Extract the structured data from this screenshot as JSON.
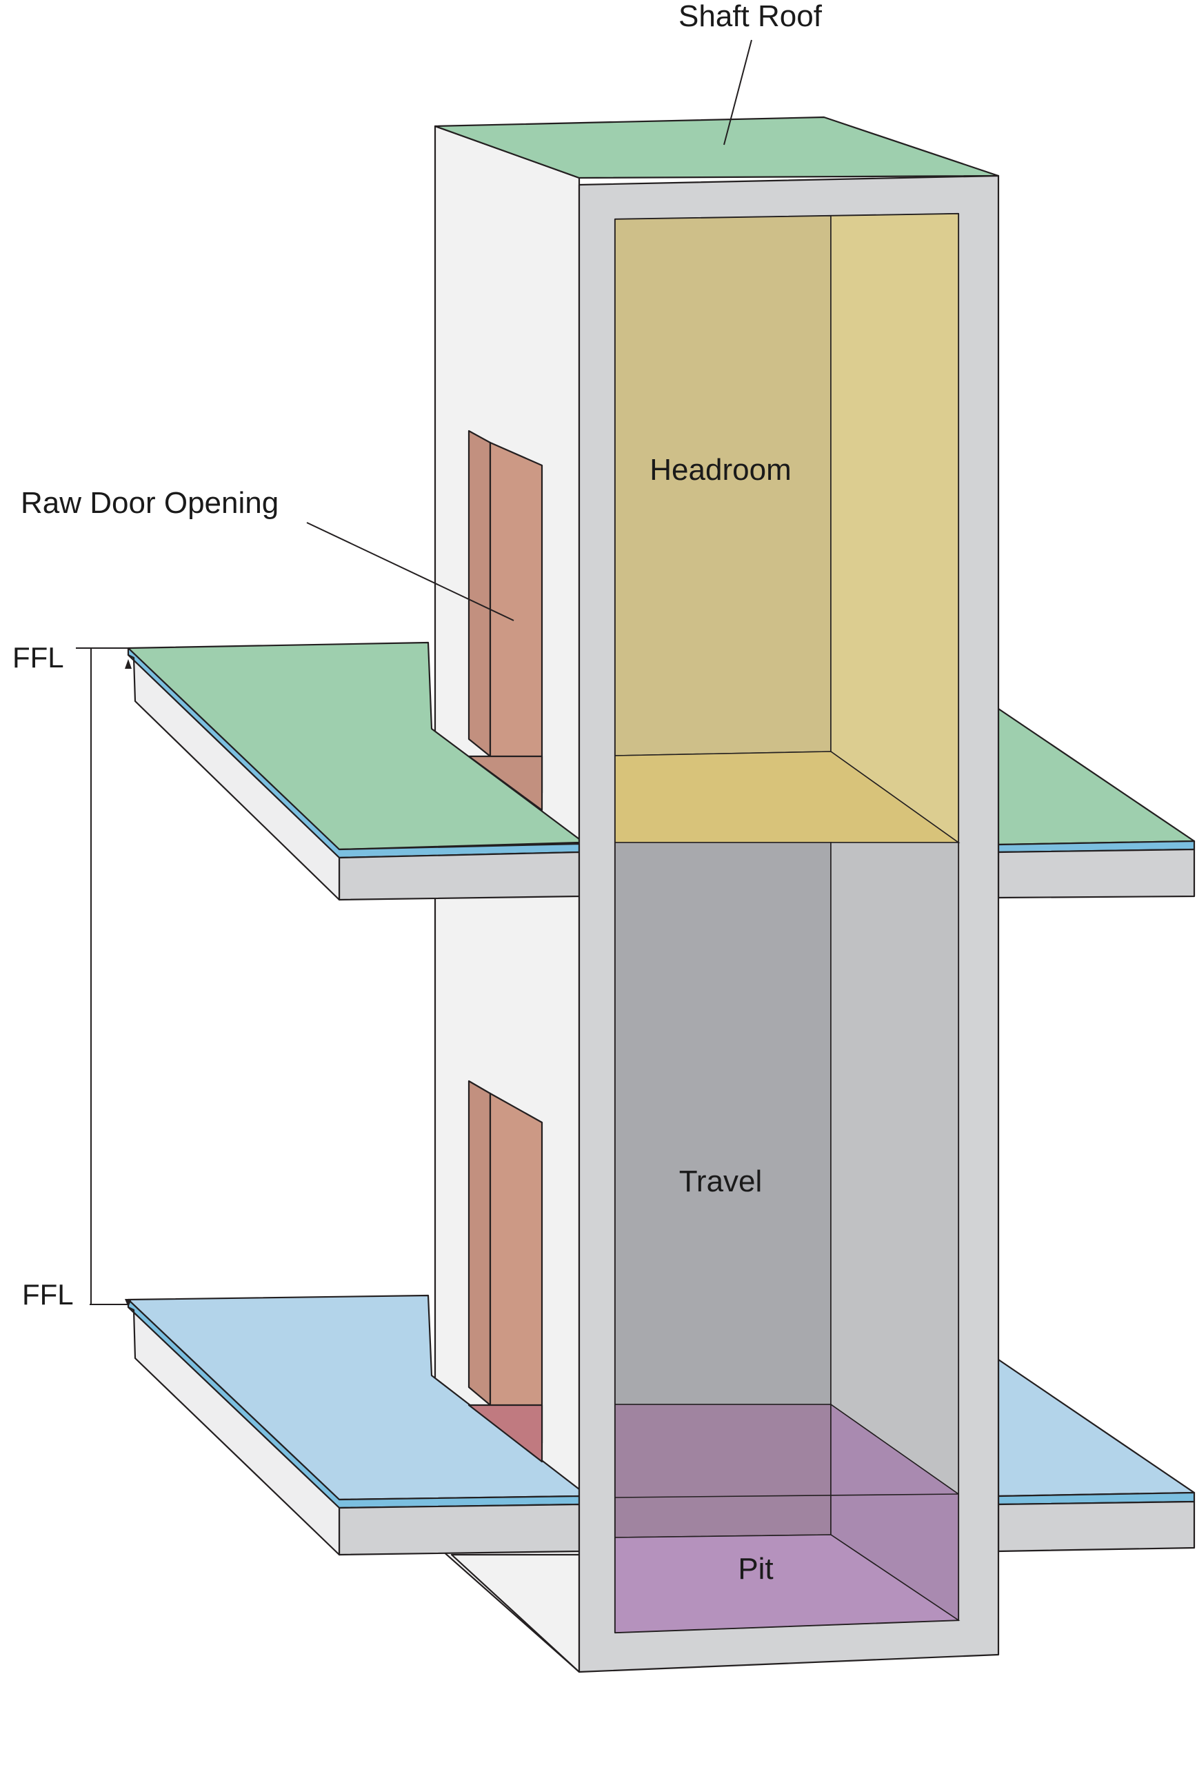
{
  "diagram": {
    "subject": "lift-shaft-section",
    "labels": {
      "shaft_roof": "Shaft Roof",
      "raw_door_opening": "Raw Door Opening",
      "ffl_upper": "FFL",
      "ffl_lower": "FFL",
      "headroom": "Headroom",
      "travel": "Travel",
      "pit": "Pit"
    },
    "colors": {
      "roof_green": "#9ecfae",
      "upper_floor_green": "#9ecfae",
      "lower_floor_blue": "#b3d4ea",
      "floor_edge_blue": "#7bbfe0",
      "slab_grey": "#d0d1d3",
      "slab_side_light": "#eeeeef",
      "shaft_wall_light": "#f2f2f2",
      "shaft_frame_grey": "#d2d3d5",
      "headroom_yellow": "#cebf89",
      "headroom_yellow_light": "#dccd90",
      "headroom_floor_yellow": "#d8c37a",
      "travel_grey": "#a8a9ad",
      "travel_grey_light": "#c0c1c3",
      "pit_purple": "#b592bd",
      "pit_purple_dark": "#a084a0",
      "door_opening": "#c2907f",
      "door_opening_light": "#cc9985"
    }
  }
}
